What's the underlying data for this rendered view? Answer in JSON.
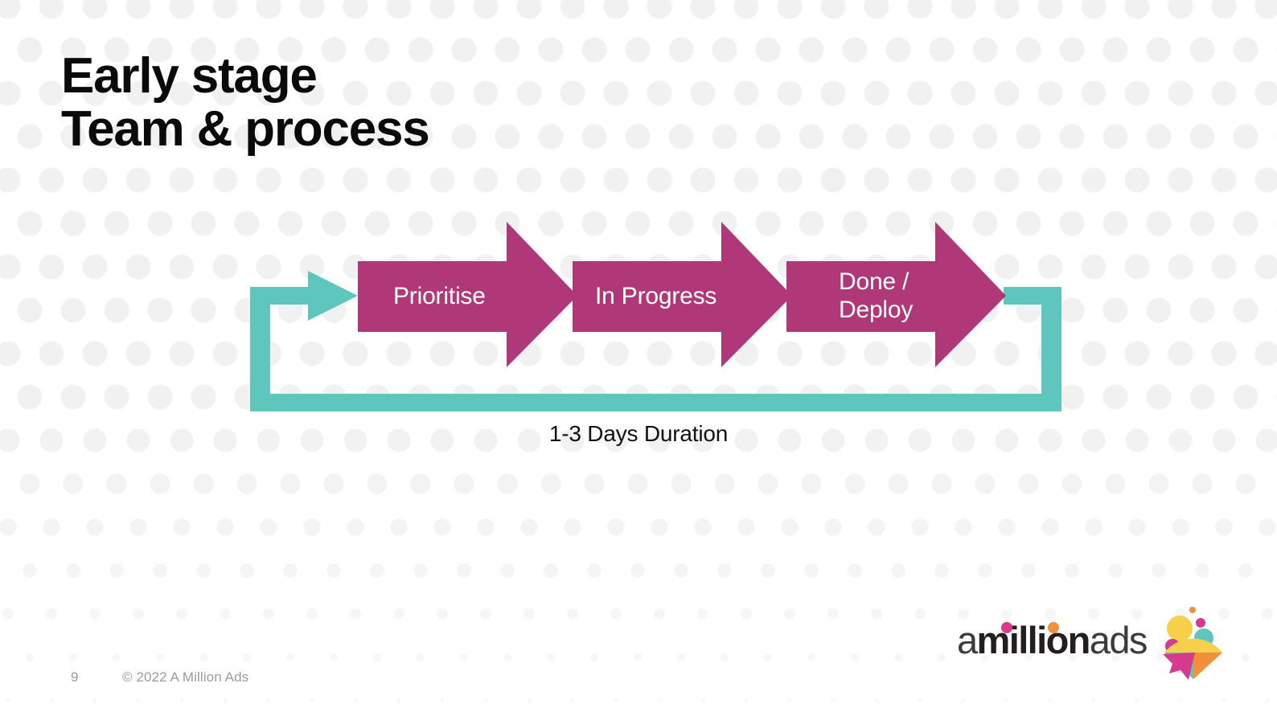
{
  "slide": {
    "page_number": "9",
    "copyright": "© 2022 A Million Ads",
    "background_color": "#ffffff",
    "dot_color": "#f1f1f1"
  },
  "title": {
    "line1": "Early stage",
    "line2": "Team & process",
    "color": "#0a0a0a"
  },
  "diagram": {
    "type": "process-flow",
    "accent_magenta": "#B03878",
    "accent_teal": "#5FC6BE",
    "steps": [
      {
        "label": "Prioritise"
      },
      {
        "label_line1": "In Progress"
      },
      {
        "label_line1": "Done /",
        "label_line2": "Deploy"
      }
    ],
    "loop_caption": "1-3 Days Duration"
  },
  "logo": {
    "text_a": "a",
    "text_million": "million",
    "text_ads": "ads",
    "dot_color_i1": "#E0368E",
    "dot_color_i2": "#F0903A",
    "mark_colors": {
      "yellow": "#F7D04A",
      "teal": "#5FC6BE",
      "pink": "#D63A8E",
      "orange": "#F0903A"
    }
  }
}
